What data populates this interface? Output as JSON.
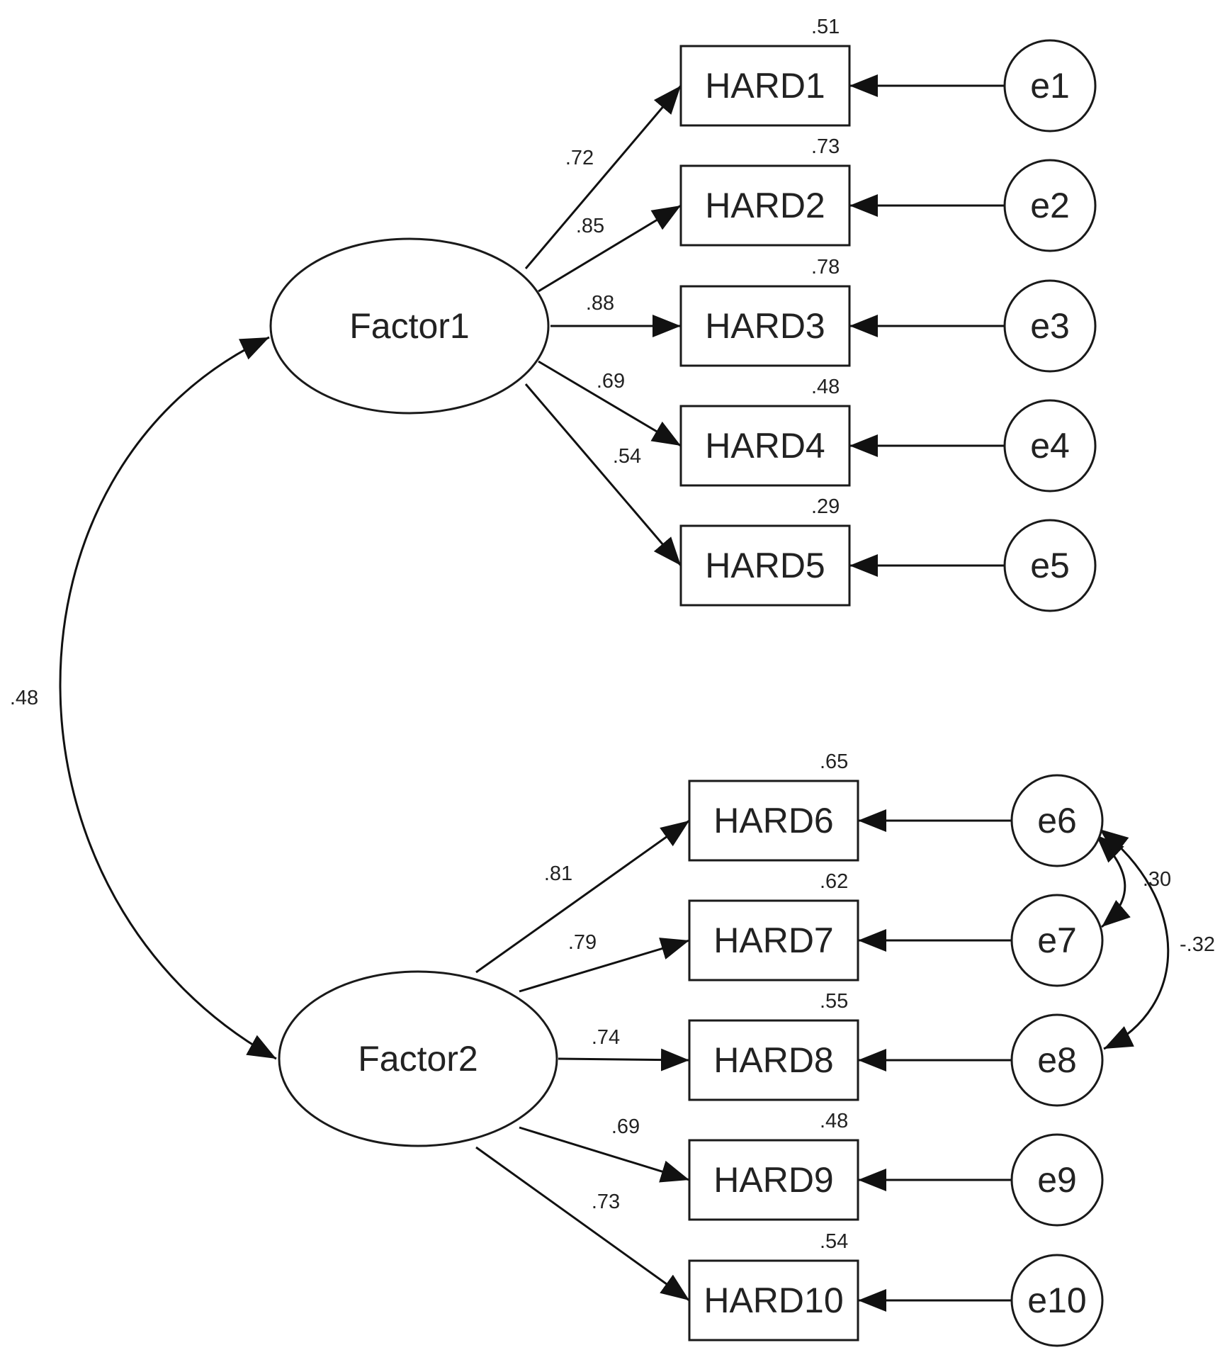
{
  "factors": [
    {
      "id": "Factor1",
      "label": "Factor1"
    },
    {
      "id": "Factor2",
      "label": "Factor2"
    }
  ],
  "indicators": [
    {
      "id": "HARD1",
      "label": "HARD1",
      "r2": ".51",
      "factor": "Factor1",
      "loading": ".72",
      "error": "e1"
    },
    {
      "id": "HARD2",
      "label": "HARD2",
      "r2": ".73",
      "factor": "Factor1",
      "loading": ".85",
      "error": "e2"
    },
    {
      "id": "HARD3",
      "label": "HARD3",
      "r2": ".78",
      "factor": "Factor1",
      "loading": ".88",
      "error": "e3"
    },
    {
      "id": "HARD4",
      "label": "HARD4",
      "r2": ".48",
      "factor": "Factor1",
      "loading": ".69",
      "error": "e4"
    },
    {
      "id": "HARD5",
      "label": "HARD5",
      "r2": ".29",
      "factor": "Factor1",
      "loading": ".54",
      "error": "e5"
    },
    {
      "id": "HARD6",
      "label": "HARD6",
      "r2": ".65",
      "factor": "Factor2",
      "loading": ".81",
      "error": "e6"
    },
    {
      "id": "HARD7",
      "label": "HARD7",
      "r2": ".62",
      "factor": "Factor2",
      "loading": ".79",
      "error": "e7"
    },
    {
      "id": "HARD8",
      "label": "HARD8",
      "r2": ".55",
      "factor": "Factor2",
      "loading": ".74",
      "error": "e8"
    },
    {
      "id": "HARD9",
      "label": "HARD9",
      "r2": ".48",
      "factor": "Factor2",
      "loading": ".69",
      "error": "e9"
    },
    {
      "id": "HARD10",
      "label": "HARD10",
      "r2": ".54",
      "factor": "Factor2",
      "loading": ".73",
      "error": "e10"
    }
  ],
  "errors": [
    "e1",
    "e2",
    "e3",
    "e4",
    "e5",
    "e6",
    "e7",
    "e8",
    "e9",
    "e10"
  ],
  "covariances": [
    {
      "from": "Factor1",
      "to": "Factor2",
      "value": ".48"
    },
    {
      "from": "e6",
      "to": "e7",
      "value": ".30"
    },
    {
      "from": "e6",
      "to": "e8",
      "value": "-.32"
    }
  ],
  "colors": {
    "stroke": "#111111",
    "text": "#222222",
    "background": "#ffffff"
  }
}
